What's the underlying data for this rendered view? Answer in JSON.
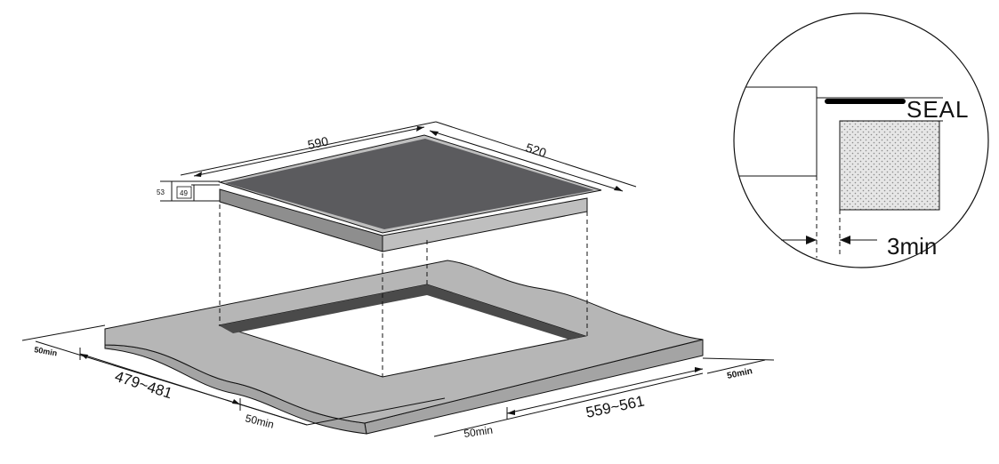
{
  "colors": {
    "glass": "#5b5b5e",
    "trim": "#bfbfbf",
    "worktop": "#b6b6b6",
    "worktop_edge": "#a4a4a4",
    "cutout_wall": "#4a4a4a",
    "line": "#111111",
    "seal": "#000000",
    "texture_fill": "#e6e6e6",
    "texture_dot": "#8a8a8a"
  },
  "hob": {
    "width_label": "590",
    "depth_label": "520",
    "total_height_label": "53",
    "body_height_label": "49"
  },
  "cutout": {
    "depth_label": "479~481",
    "width_label": "559~561",
    "clearance_back_left": "50min",
    "clearance_front_left": "50min",
    "clearance_front_right": "50min",
    "clearance_right": "50min"
  },
  "detail": {
    "seal_label": "SEAL",
    "gap_label": "3min"
  }
}
